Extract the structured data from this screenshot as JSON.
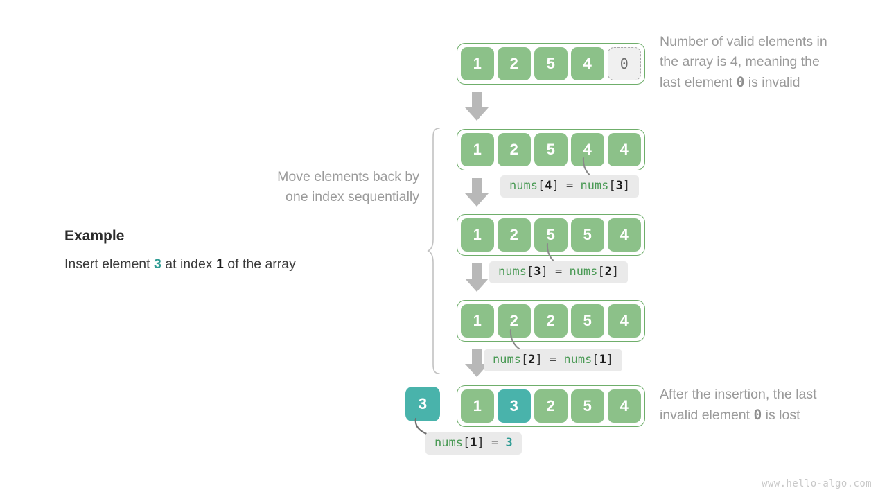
{
  "page": {
    "watermark": "www.hello-algo.com"
  },
  "example": {
    "title": "Example",
    "line_prefix": "Insert element ",
    "value": "3",
    "line_middle": " at index ",
    "index": "1",
    "line_suffix": " of the array"
  },
  "brace_note": {
    "line1": "Move elements back by",
    "line2": "one index sequentially"
  },
  "notes": {
    "top": {
      "line1": "Number of valid elements in",
      "line2_a": "the array is 4, meaning the",
      "line3_a": "last element ",
      "line3_zero": "0",
      "line3_b": " is invalid"
    },
    "bottom": {
      "line1": "After the insertion, the last",
      "line2_a": "invalid element ",
      "line2_zero": "0",
      "line2_b": " is lost"
    }
  },
  "rows": [
    {
      "id": "row-initial",
      "cells": [
        {
          "value": "1",
          "style": "green"
        },
        {
          "value": "2",
          "style": "green"
        },
        {
          "value": "5",
          "style": "green"
        },
        {
          "value": "4",
          "style": "green"
        },
        {
          "value": "0",
          "style": "invalid"
        }
      ]
    },
    {
      "id": "row-shift-4",
      "cells": [
        {
          "value": "1",
          "style": "green"
        },
        {
          "value": "2",
          "style": "green"
        },
        {
          "value": "5",
          "style": "green"
        },
        {
          "value": "4",
          "style": "green"
        },
        {
          "value": "4",
          "style": "green"
        }
      ]
    },
    {
      "id": "row-shift-3",
      "cells": [
        {
          "value": "1",
          "style": "green"
        },
        {
          "value": "2",
          "style": "green"
        },
        {
          "value": "5",
          "style": "green"
        },
        {
          "value": "5",
          "style": "green"
        },
        {
          "value": "4",
          "style": "green"
        }
      ]
    },
    {
      "id": "row-shift-2",
      "cells": [
        {
          "value": "1",
          "style": "green"
        },
        {
          "value": "2",
          "style": "green"
        },
        {
          "value": "2",
          "style": "green"
        },
        {
          "value": "5",
          "style": "green"
        },
        {
          "value": "4",
          "style": "green"
        }
      ]
    },
    {
      "id": "row-final",
      "inserted_value": "3",
      "cells": [
        {
          "value": "1",
          "style": "green"
        },
        {
          "value": "3",
          "style": "teal"
        },
        {
          "value": "2",
          "style": "green"
        },
        {
          "value": "5",
          "style": "green"
        },
        {
          "value": "4",
          "style": "green"
        }
      ]
    }
  ],
  "code_labels": [
    {
      "id": "code-nums4-nums3",
      "fn": "nums",
      "lb": "[",
      "idx": "4",
      "rb": "]",
      "eq": "=",
      "fn2": "nums",
      "lb2": "[",
      "idx2": "3",
      "rb2": "]"
    },
    {
      "id": "code-nums3-nums2",
      "fn": "nums",
      "lb": "[",
      "idx": "3",
      "rb": "]",
      "eq": "=",
      "fn2": "nums",
      "lb2": "[",
      "idx2": "2",
      "rb2": "]"
    },
    {
      "id": "code-nums2-nums1",
      "fn": "nums",
      "lb": "[",
      "idx": "2",
      "rb": "]",
      "eq": "=",
      "fn2": "nums",
      "lb2": "[",
      "idx2": "1",
      "rb2": "]"
    },
    {
      "id": "code-nums1-3",
      "fn": "nums",
      "lb": "[",
      "idx": "1",
      "rb": "]",
      "eq": "=",
      "value": "3"
    }
  ],
  "colors": {
    "green_cell": "#8cc189",
    "green_border": "#6fae6b",
    "teal_cell": "#49b3ab",
    "teal_text": "#2f9c94",
    "arrow_gray": "#b3b3b3",
    "curve_gray": "#8a8a8a",
    "note_gray": "#9a9a9a",
    "code_bg": "#eaeaea",
    "code_fn_green": "#4a9a55"
  }
}
